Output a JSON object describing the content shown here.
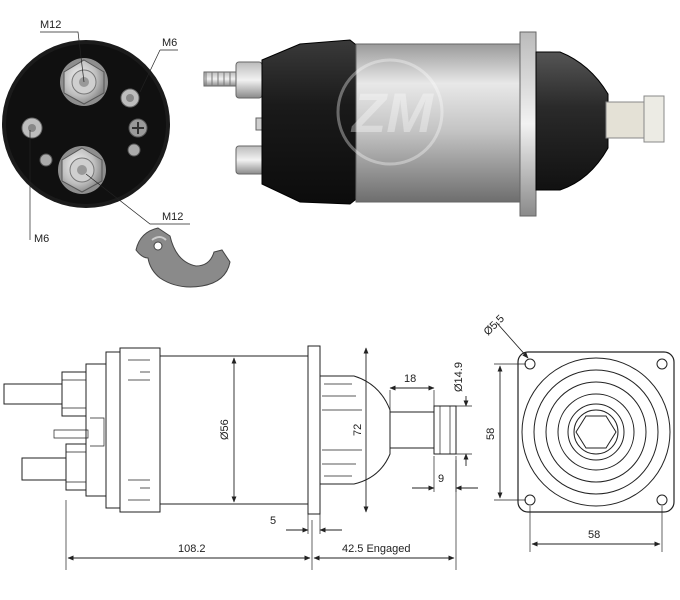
{
  "photo": {
    "callouts": {
      "top_terminal": "M12",
      "top_small_terminal": "M6",
      "side_small_terminal": "M6",
      "bottom_terminal": "M12"
    },
    "watermark": "ZM"
  },
  "drawing": {
    "dims": {
      "body_diameter": "Ø56",
      "flange_height": "72",
      "boot_length": "18",
      "plunger_diameter": "Ø14.9",
      "plunger_tip": "9",
      "flange_thickness": "5",
      "overall_length": "108.2",
      "engaged_length": "42.5 Engaged",
      "hole_diameter": "Ø5.5",
      "hole_spacing_vertical": "58",
      "hole_spacing_horizontal": "58"
    }
  }
}
